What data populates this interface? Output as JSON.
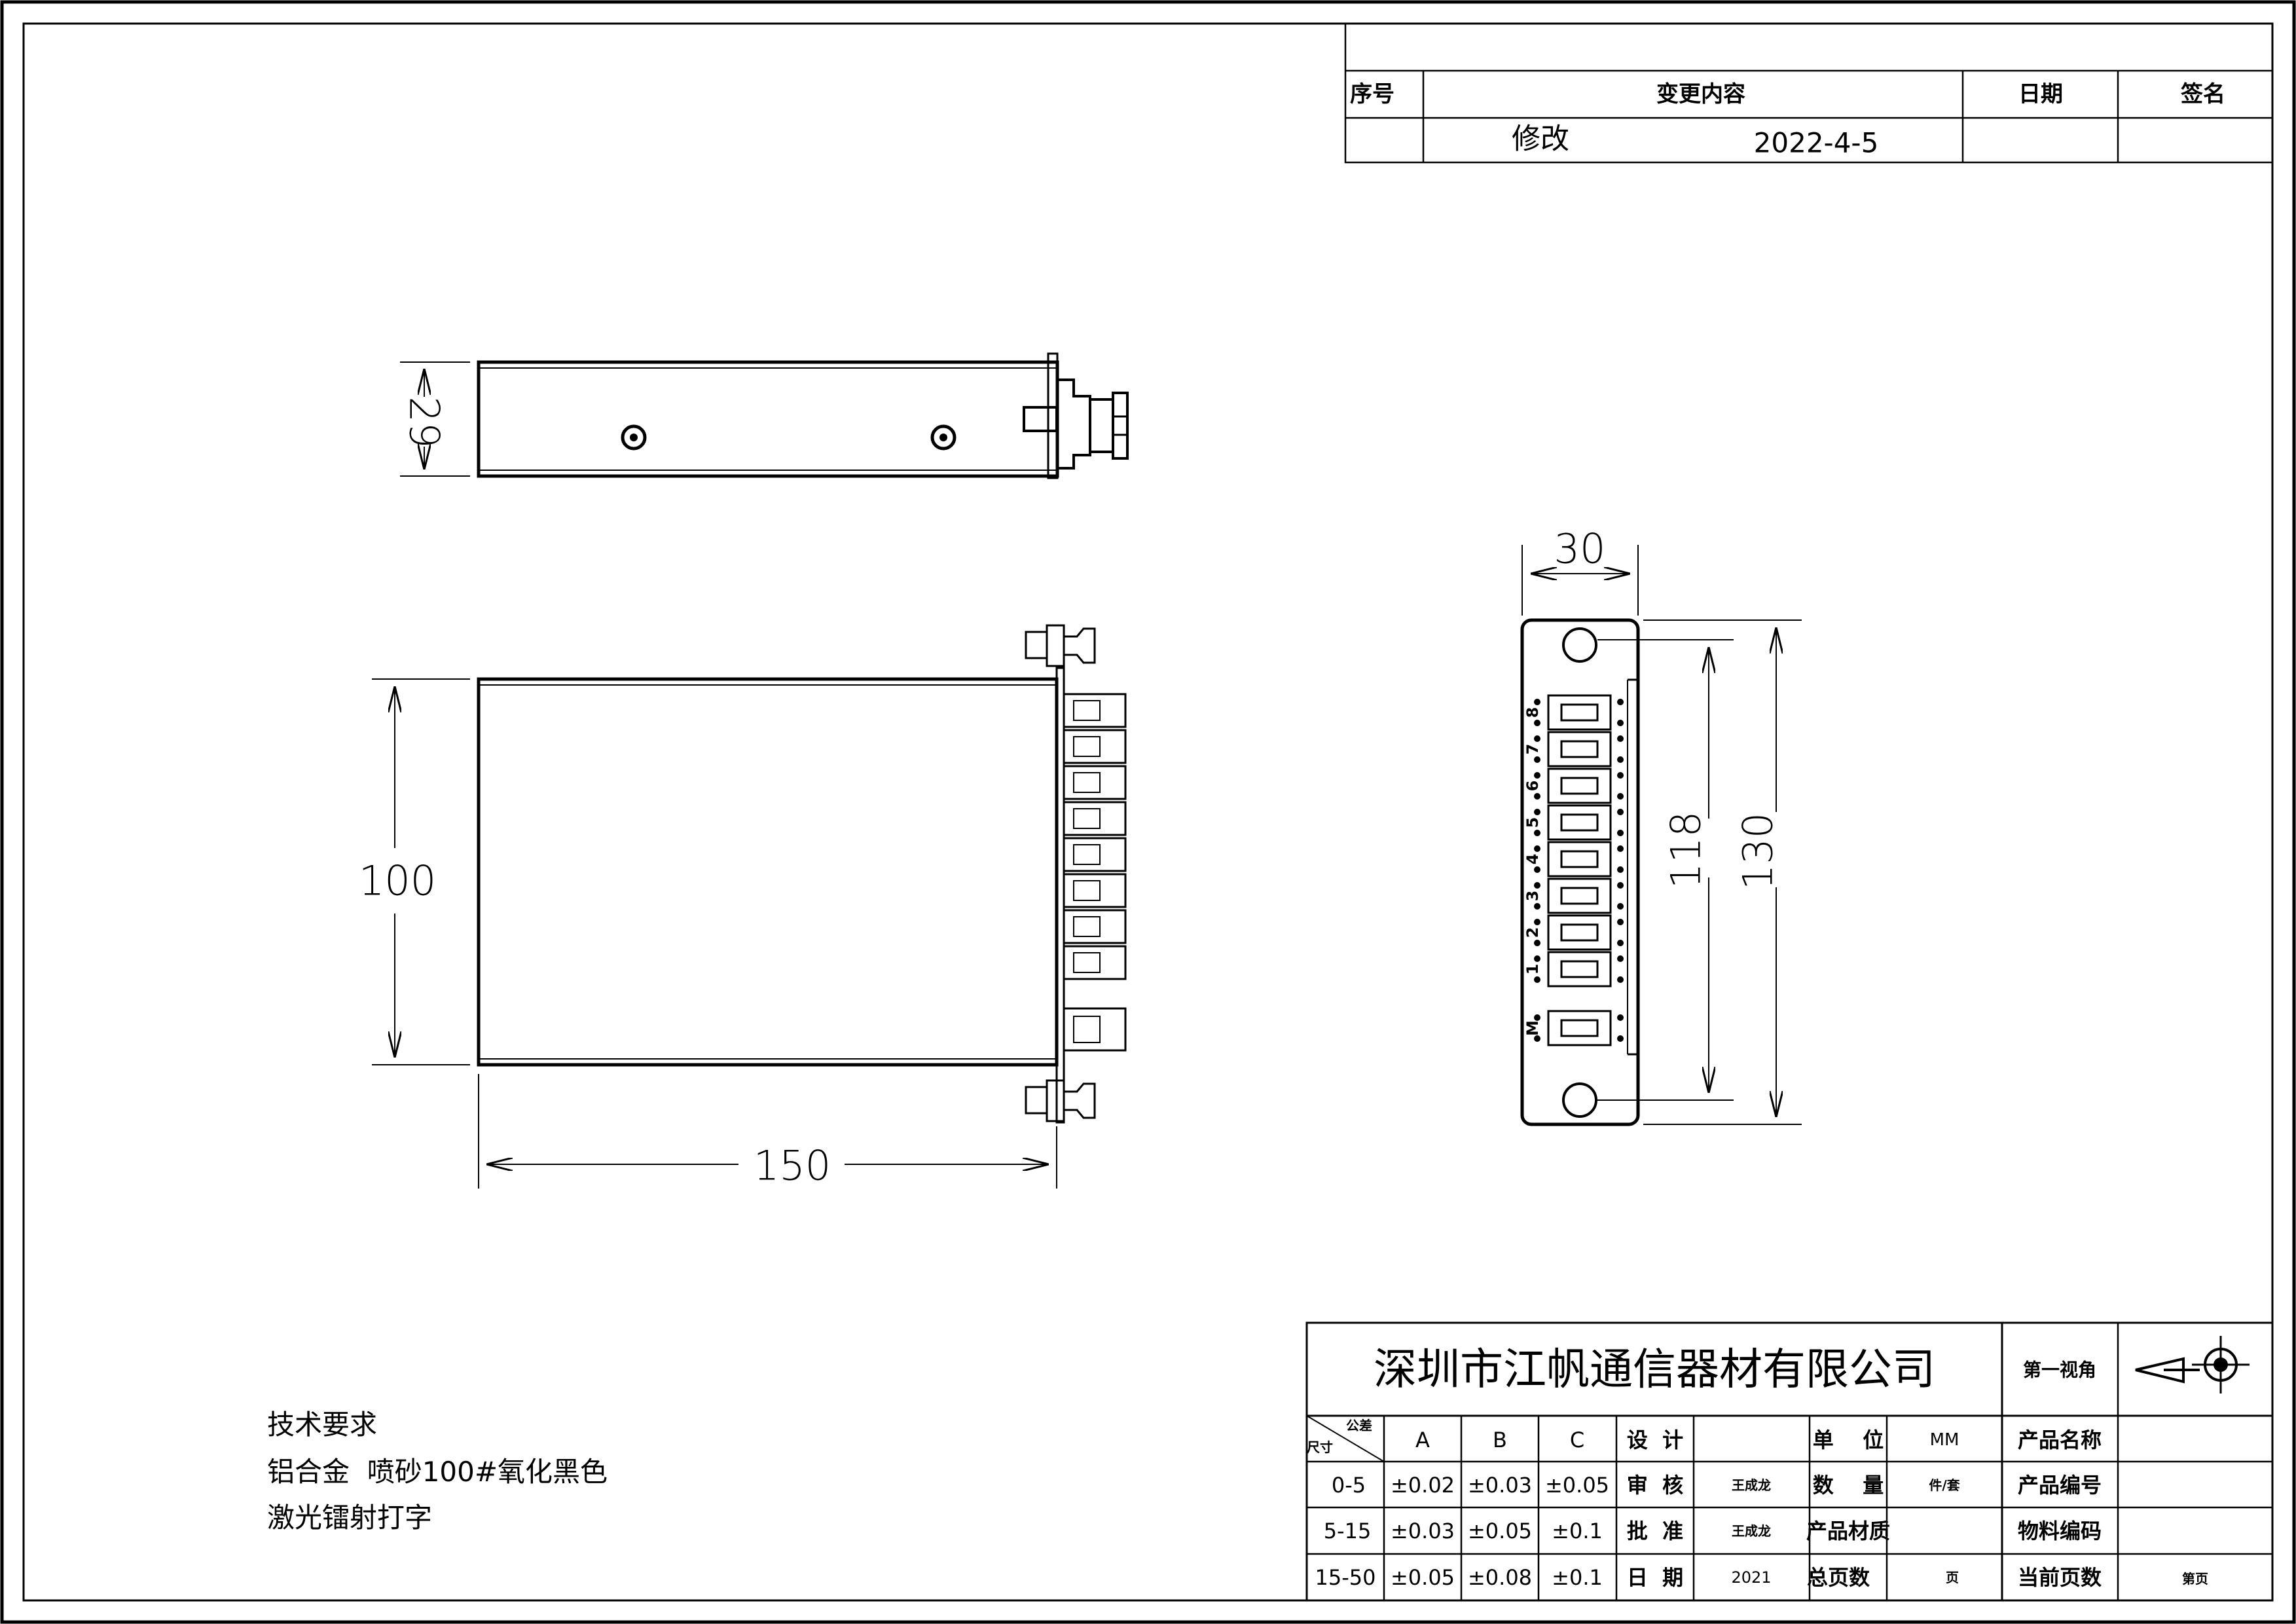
{
  "revision_table": {
    "headers": {
      "seq": "序号",
      "content": "变更内容",
      "date": "日期",
      "sign": "签名"
    },
    "row": {
      "seq": "",
      "content": "修改",
      "date_inline": "2022-4-5",
      "date": "",
      "sign": ""
    }
  },
  "dimensions": {
    "side_height": "29",
    "front_height": "100",
    "front_length": "150",
    "panel_width": "30",
    "hole_pitch": "118",
    "panel_height": "130"
  },
  "port_labels": [
    "8",
    "7",
    "6",
    "5",
    "4",
    "3",
    "2",
    "1",
    "M"
  ],
  "tech_notes": {
    "title": "技术要求",
    "line1": "铝合金  喷砂100#氧化黑色",
    "line2": "激光镭射打字"
  },
  "title_block": {
    "company": "深圳市江帆通信器材有限公司",
    "projection": "第一视角",
    "tol_header_top": "公差",
    "tol_header_bottom": "尺寸",
    "col_a": "A",
    "col_b": "B",
    "col_c": "C",
    "tolerances": [
      {
        "range": "0-5",
        "a": "±0.02",
        "b": "±0.03",
        "c": "±0.05"
      },
      {
        "range": "5-15",
        "a": "±0.03",
        "b": "±0.05",
        "c": "±0.1"
      },
      {
        "range": "15-50",
        "a": "±0.05",
        "b": "±0.08",
        "c": "±0.1"
      }
    ],
    "design_label": "设  计",
    "design_value": "",
    "review_label": "审  核",
    "review_value": "王成龙",
    "approve_label": "批  准",
    "approve_value": "王成龙",
    "date_label": "日  期",
    "date_value": "2021",
    "unit_label": "单    位",
    "unit_value": "MM",
    "qty_label": "数    量",
    "qty_value": "件/套",
    "material_label": "产品材质",
    "material_value": "",
    "pages_label": "总页数",
    "pages_value": "页",
    "name_label": "产品名称",
    "name_value": "",
    "code_label": "产品编号",
    "code_value": "",
    "mat_code_label": "物料编码",
    "mat_code_value": "",
    "cur_page_label": "当前页数",
    "cur_page_value": "第页"
  }
}
